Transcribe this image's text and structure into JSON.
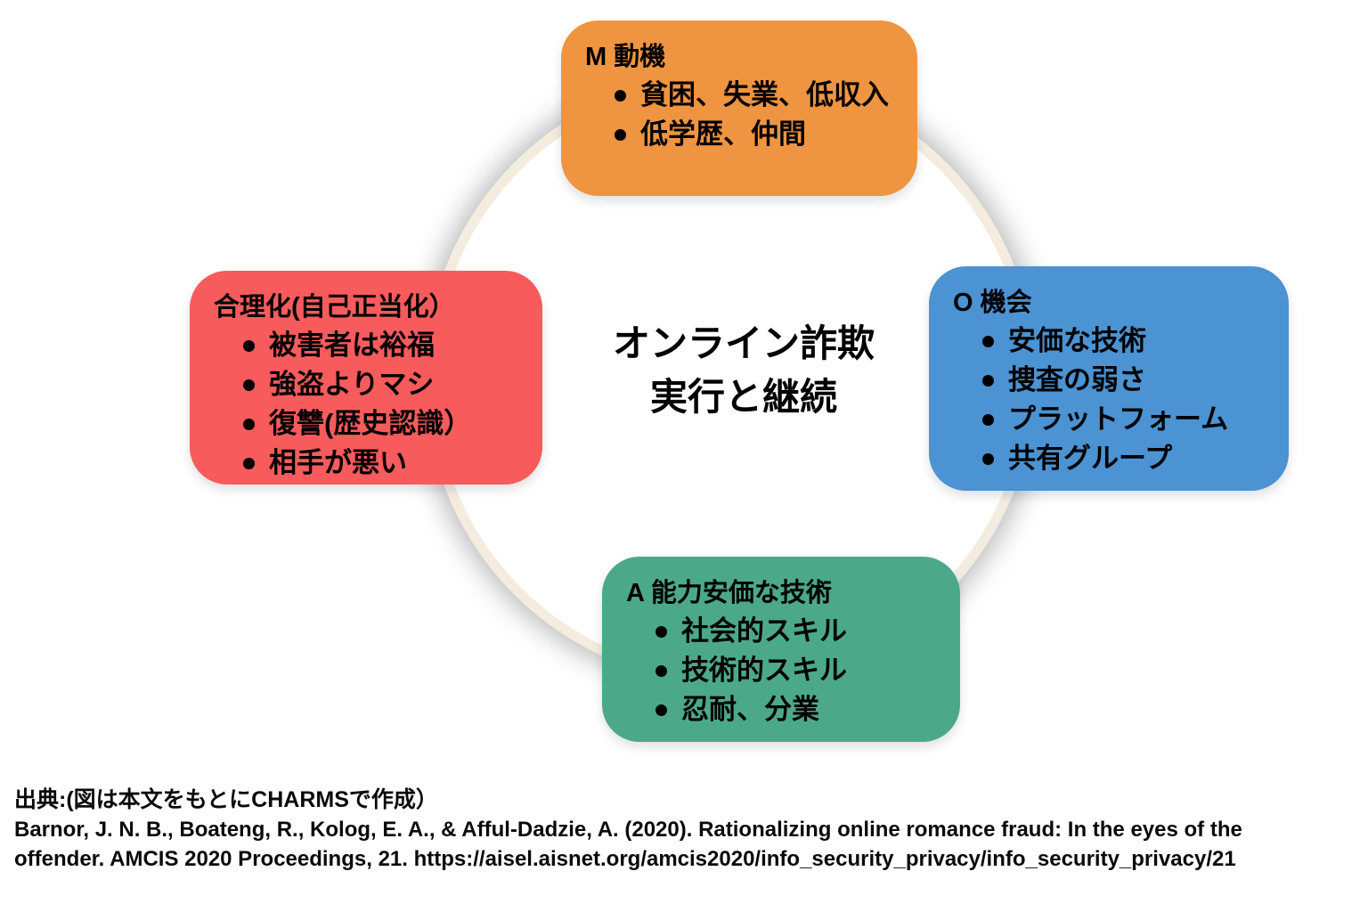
{
  "center_title": {
    "line1": "オンライン詐欺",
    "line2": "実行と継続"
  },
  "boxes": {
    "motivation": {
      "title": "M 動機",
      "color": "#EF9440",
      "items": [
        "貧困、失業、低収入",
        "低学歴、仲間"
      ]
    },
    "opportunity": {
      "title": "O 機会",
      "color": "#4B93D2",
      "items": [
        "安価な技術",
        "捜査の弱さ",
        "プラットフォーム",
        "共有グループ"
      ]
    },
    "rationalization": {
      "title": "合理化(自己正当化）",
      "color": "#F75B5C",
      "items": [
        "被害者は裕福",
        "強盗よりマシ",
        "復讐(歴史認識）",
        "相手が悪い"
      ]
    },
    "ability": {
      "title": "A 能力安価な技術",
      "color": "#4BA98A",
      "items": [
        "社会的スキル",
        "技術的スキル",
        "忍耐、分業"
      ]
    }
  },
  "footer": {
    "source_note": "出典:(図は本文をもとにCHARMSで作成）",
    "citation_lines": [
      "Barnor, J. N. B., Boateng, R., Kolog, E. A., & Afful-Dadzie, A. (2020). Rationalizing online romance fraud: In the eyes of the",
      "offender. AMCIS 2020 Proceedings, 21. https://aisel.aisnet.org/amcis2020/info_security_privacy/info_security_privacy/21"
    ]
  },
  "colors": {
    "ring": "#F3ECDF",
    "background": "#FFFFFF",
    "text": "#000000"
  }
}
